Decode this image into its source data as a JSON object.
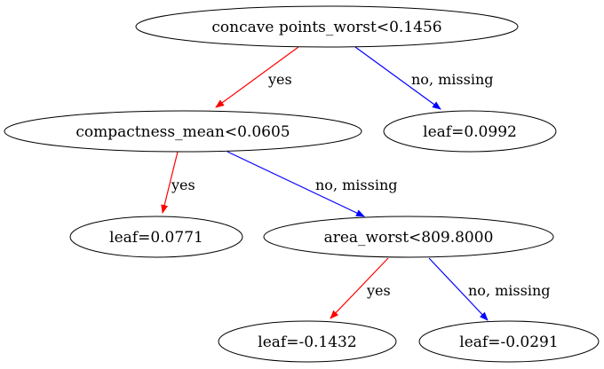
{
  "diagram": {
    "nodes": [
      {
        "id": "n0",
        "label": "concave points_worst<0.1456"
      },
      {
        "id": "n1",
        "label": "compactness_mean<0.0605"
      },
      {
        "id": "n2",
        "label": "leaf=0.0992"
      },
      {
        "id": "n3",
        "label": "leaf=0.0771"
      },
      {
        "id": "n4",
        "label": "area_worst<809.8000"
      },
      {
        "id": "n5",
        "label": "leaf=-0.1432"
      },
      {
        "id": "n6",
        "label": "leaf=-0.0291"
      }
    ],
    "edges": [
      {
        "id": "e0",
        "from": "n0",
        "to": "n1",
        "label": "yes",
        "color": "#ff0000"
      },
      {
        "id": "e1",
        "from": "n0",
        "to": "n2",
        "label": "no, missing",
        "color": "#0000ff"
      },
      {
        "id": "e2",
        "from": "n1",
        "to": "n3",
        "label": "yes",
        "color": "#ff0000"
      },
      {
        "id": "e3",
        "from": "n1",
        "to": "n4",
        "label": "no, missing",
        "color": "#0000ff"
      },
      {
        "id": "e4",
        "from": "n4",
        "to": "n5",
        "label": "yes",
        "color": "#ff0000"
      },
      {
        "id": "e5",
        "from": "n4",
        "to": "n6",
        "label": "no, missing",
        "color": "#0000ff"
      }
    ]
  }
}
